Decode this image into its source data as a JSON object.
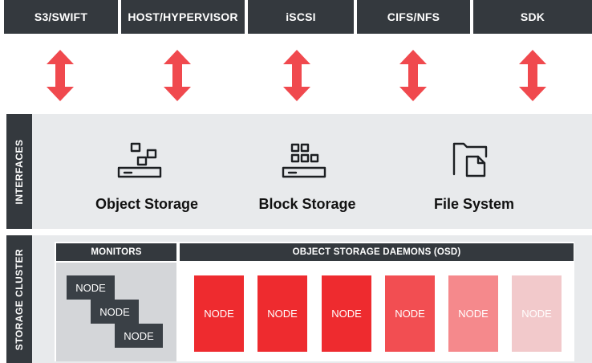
{
  "protocols": [
    "S3/SWIFT",
    "HOST/HYPERVISOR",
    "iSCSI",
    "CIFS/NFS",
    "SDK"
  ],
  "side_labels": {
    "interfaces": "INTERFACES",
    "storage_cluster": "STORAGE CLUSTER"
  },
  "interfaces": [
    {
      "label": "Object Storage",
      "icon": "object-storage-icon"
    },
    {
      "label": "Block Storage",
      "icon": "block-storage-icon"
    },
    {
      "label": "File System",
      "icon": "file-system-icon"
    }
  ],
  "cluster": {
    "monitors_header": "MONITORS",
    "osd_header": "OBJECT STORAGE DAEMONS (OSD)",
    "monitor_nodes": [
      "NODE",
      "NODE",
      "NODE"
    ],
    "osd_nodes": [
      "NODE",
      "NODE",
      "NODE",
      "NODE",
      "NODE",
      "NODE"
    ]
  },
  "colors": {
    "dark": "#34393e",
    "panel": "#e8eaec",
    "arrow": "#f0494e",
    "osd_nodes": [
      "#ee2b2f",
      "#ee2b2f",
      "#ee2b2f",
      "#f24e52",
      "#f5898c",
      "#f2c9cb"
    ]
  }
}
